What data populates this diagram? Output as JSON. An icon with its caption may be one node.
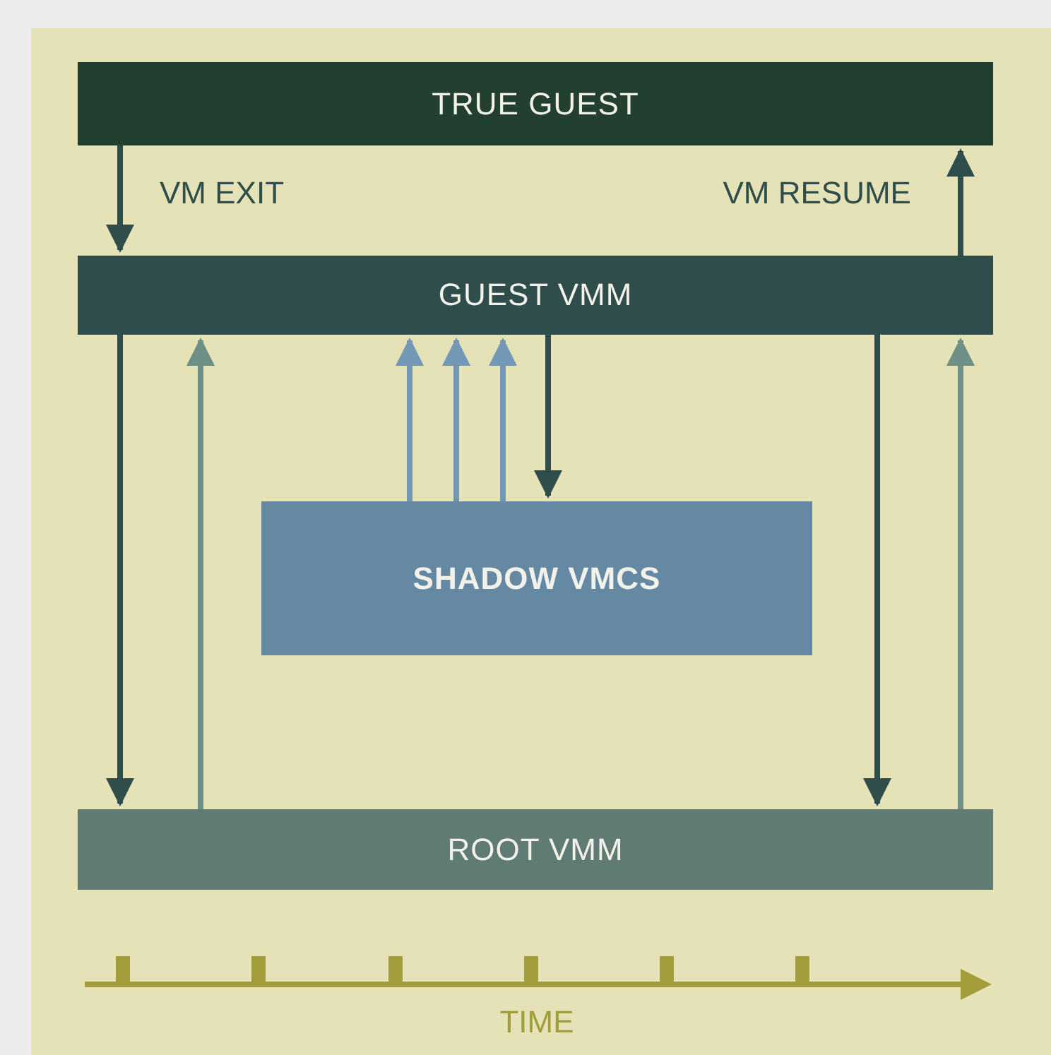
{
  "diagram": {
    "nodes": [
      {
        "text": [
          "TRUE GUEST"
        ]
      },
      {
        "text": [
          "GUEST VMM"
        ]
      },
      {
        "text": [
          "SHADOW VMCS"
        ]
      },
      {
        "text": [
          "ROOT VMM"
        ]
      }
    ],
    "edges": [
      {
        "from": 0,
        "to": 1,
        "arrow": "to",
        "label": "VM EXIT"
      },
      {
        "from": 1,
        "to": 0,
        "arrow": "to",
        "label": "VM RESUME"
      },
      {
        "from": 1,
        "to": 3,
        "arrow": "to"
      },
      {
        "from": 3,
        "to": 1,
        "arrow": "to",
        "color": "#6e8f86"
      },
      {
        "from": 2,
        "to": 1,
        "arrow": "to",
        "color": "#7298b6"
      },
      {
        "from": 2,
        "to": 1,
        "arrow": "to",
        "color": "#7298b6"
      },
      {
        "from": 2,
        "to": 1,
        "arrow": "to",
        "color": "#7298b6"
      },
      {
        "from": 1,
        "to": 2,
        "arrow": "to"
      },
      {
        "from": 1,
        "to": 3,
        "arrow": "to"
      },
      {
        "from": 3,
        "to": 1,
        "arrow": "to",
        "color": "#6e8f86"
      }
    ],
    "labels": [
      "TIME"
    ]
  }
}
